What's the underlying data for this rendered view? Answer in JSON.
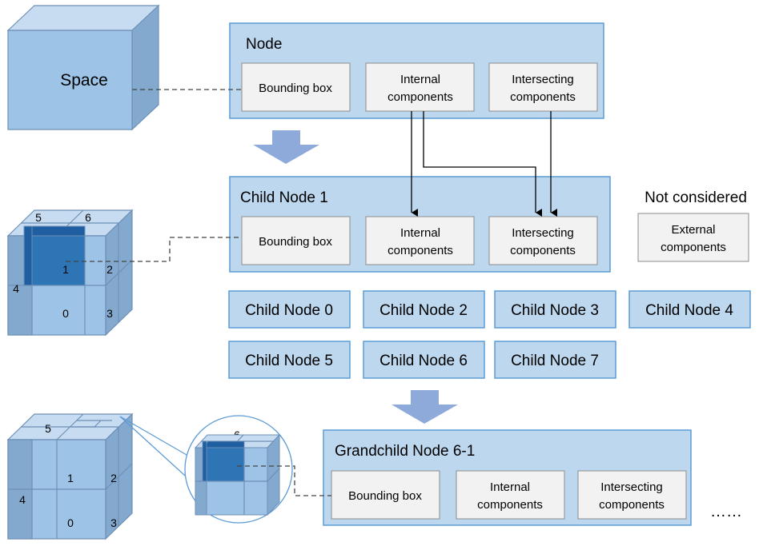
{
  "space_label": "Space",
  "node": {
    "title": "Node",
    "bounding_box": "Bounding box",
    "internal": [
      "Internal",
      "components"
    ],
    "intersecting": [
      "Intersecting",
      "components"
    ]
  },
  "child1": {
    "title": "Child Node 1",
    "bounding_box": "Bounding box",
    "internal": [
      "Internal",
      "components"
    ],
    "intersecting": [
      "Intersecting",
      "components"
    ]
  },
  "not_considered": {
    "title": "Not considered",
    "external": [
      "External",
      "components"
    ]
  },
  "child_nodes": [
    "Child Node 0",
    "Child Node 2",
    "Child Node 3",
    "Child Node 4",
    "Child Node 5",
    "Child Node 6",
    "Child Node 7"
  ],
  "grandchild": {
    "title": "Grandchild Node 6-1",
    "bounding_box": "Bounding box",
    "internal": [
      "Internal",
      "components"
    ],
    "intersecting": [
      "Intersecting",
      "components"
    ],
    "ellipsis": "……"
  },
  "cube2_labels": {
    "c5": "5",
    "c6": "6",
    "c1": "1",
    "c2": "2",
    "c4": "4",
    "c0": "0",
    "c3": "3"
  },
  "cube3_labels": {
    "c5": "5",
    "c1": "1",
    "c2": "2",
    "c4": "4",
    "c0": "0",
    "c3": "3"
  },
  "zoom_label": "6",
  "colors": {
    "node_fill": "#bdd7ee",
    "node_border": "#5b9bd5",
    "component_fill": "#f2f2f2",
    "arrow_fill": "#8eaadb",
    "cube_front": "#9dc3e6",
    "cube_highlight": "#2e75b6"
  }
}
